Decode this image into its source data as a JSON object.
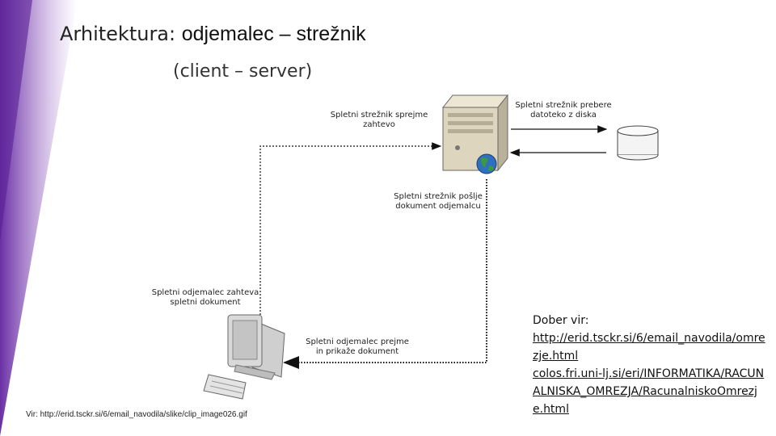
{
  "title": {
    "prefix": "Arhitektura:",
    "main": "odjemalec – strežnik"
  },
  "subtitle": "(client – server)",
  "diagram": {
    "server_receives": [
      "Spletni strežnik sprejme",
      "zahtevo"
    ],
    "server_reads": [
      "Spletni strežnik prebere",
      "datoteko z diska"
    ],
    "server_sends": [
      "Spletni strežnik pošlje",
      "dokument odjemalcu"
    ],
    "client_requests": [
      "Spletni odjemalec zahteva",
      "spletni dokument"
    ],
    "client_receives": [
      "Spletni odjemalec prejme",
      "in prikaže dokument"
    ]
  },
  "source": "Vir: http://erid.tsckr.si/6/email_navodila/slike/clip_image026.gif",
  "references": {
    "heading": "Dober vir:",
    "links": [
      "http://erid.tsckr.si/6/email_navodila/omrezje.html",
      "colos.fri.uni-lj.si/eri/INFORMATIKA/RACUNALNISKA_OMREZJA/RacunalniskoOmrezje.html"
    ]
  },
  "colors": {
    "accent": "#7a3fb0",
    "arrow": "#111111"
  },
  "icons": [
    "server-icon",
    "globe-icon",
    "disk-icon",
    "computer-icon",
    "keyboard-icon"
  ]
}
